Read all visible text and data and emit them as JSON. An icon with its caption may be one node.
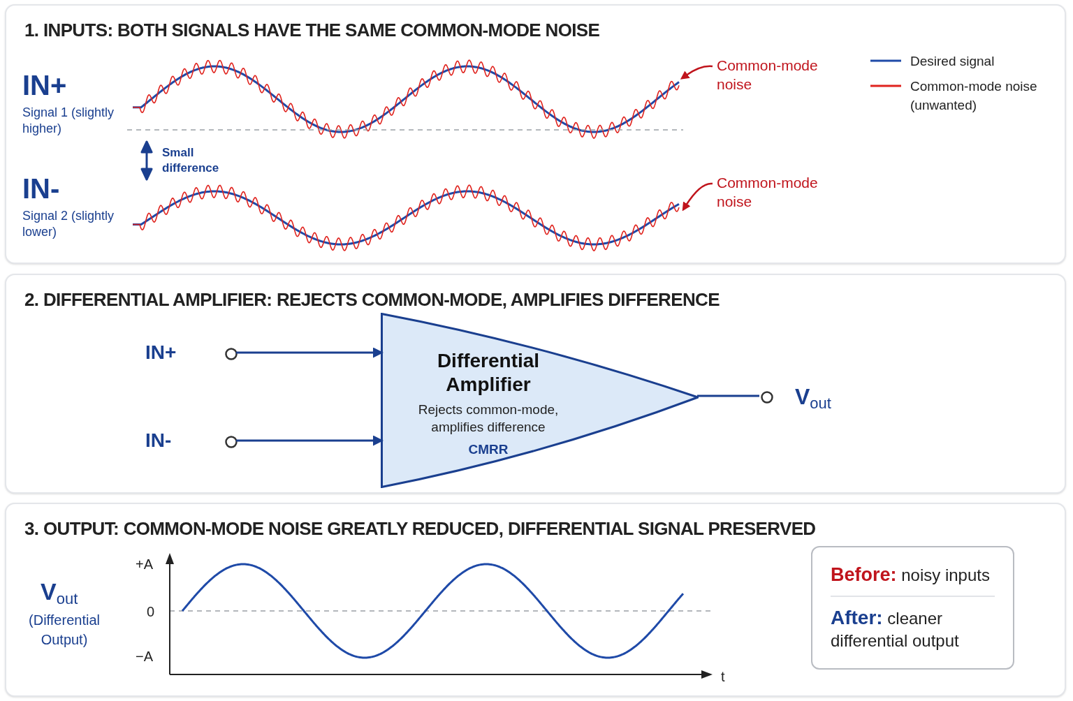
{
  "diagram": {
    "nodes": [
      {
        "text": [
          "1. INPUTS: BOTH SIGNALS HAVE THE SAME COMMON-MODE NOISE"
        ]
      },
      {
        "text": [
          "IN+",
          "Signal 1 (slightly higher)"
        ],
        "in": 0
      },
      {
        "text": [],
        "shape": "wave",
        "in": 0
      },
      {
        "text": [
          "Common-mode noise"
        ],
        "in": 0
      },
      {
        "text": [
          "IN-",
          "Signal 2 (slightly lower)"
        ],
        "in": 0
      },
      {
        "text": [],
        "shape": "wave",
        "in": 0
      },
      {
        "text": [
          "Common-mode noise"
        ],
        "in": 0
      },
      {
        "text": [
          "2. DIFFERENTIAL AMPLIFIER: REJECTS COMMON-MODE, AMPLIFIES DIFFERENCE"
        ]
      },
      {
        "text": [],
        "shape": "circle",
        "beside": [
          "IN+"
        ],
        "in": 7
      },
      {
        "text": [],
        "shape": "circle",
        "beside": [
          "IN-"
        ],
        "in": 7
      },
      {
        "text": [
          "Differential Amplifier",
          "Rejects common-mode, amplifies difference",
          "CMRR"
        ],
        "in": 7
      },
      {
        "text": [],
        "shape": "circle",
        "beside": [
          "V$_{out}$"
        ],
        "in": 7
      },
      {
        "text": [
          "3. OUTPUT: COMMON-MODE NOISE GREATLY REDUCED, DIFFERENTIAL SIGNAL PRESERVED"
        ]
      },
      {
        "text": [
          "**Before:** noisy inputs",
          "**After:** cleaner differential output"
        ],
        "in": 12
      }
    ],
    "edges": [
      {
        "from": 3,
        "to": 2,
        "arrow": "to",
        "color": "#c0141c"
      },
      {
        "from": 6,
        "to": 5,
        "arrow": "to",
        "color": "#c0141c"
      },
      {
        "from": 8,
        "to": 10,
        "arrow": "to"
      },
      {
        "from": 9,
        "to": 10,
        "arrow": "to"
      },
      {
        "from": 10,
        "to": 11,
        "arrow": "none"
      }
    ],
    "labels": [
      "Small difference",
      "V$_{out}$",
      "(Differential Output)",
      "+A",
      "0",
      "−A",
      "t"
    ],
    "legend": [
      {
        "text": "Desired signal"
      },
      {
        "text": "Common-mode noise (unwanted)"
      }
    ]
  }
}
